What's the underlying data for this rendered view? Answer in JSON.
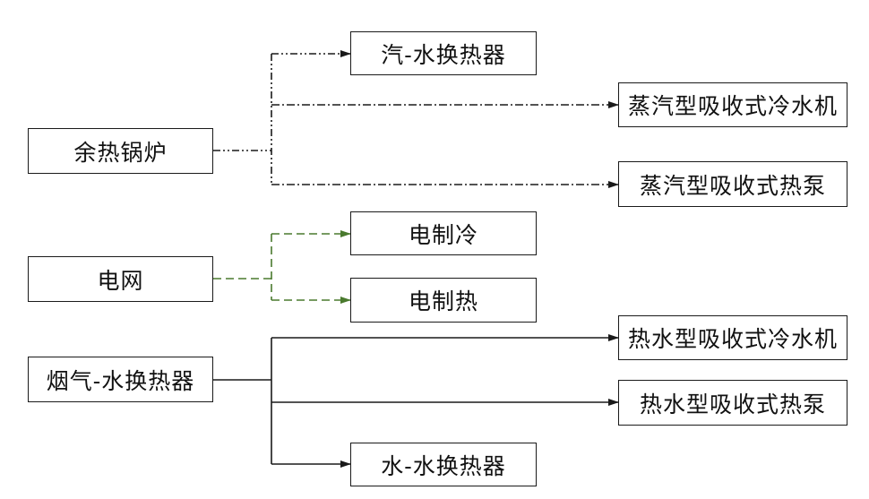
{
  "colors": {
    "line": "#1a1a1a",
    "grid_link": "#4a7a2e"
  },
  "nodes": {
    "yure_guolu": "余热锅炉",
    "dianwang": "电网",
    "yanqi_huanreqi": "烟气-水换热器",
    "qishui_huanreqi": "汽-水换热器",
    "zhengqi_lengshuiji": "蒸汽型吸收式冷水机",
    "zhengqi_rebeng": "蒸汽型吸收式热泵",
    "dian_zhileng": "电制冷",
    "dian_zhire": "电制热",
    "reshui_lengshuiji": "热水型吸收式冷水机",
    "reshui_rebeng": "热水型吸收式热泵",
    "shuishui_huanreqi": "水-水换热器"
  },
  "edges": [
    {
      "from": "yure_guolu",
      "to": "qishui_huanreqi",
      "style": "dash-dot-dot"
    },
    {
      "from": "yure_guolu",
      "to": "zhengqi_lengshuiji",
      "style": "dash-dot"
    },
    {
      "from": "yure_guolu",
      "to": "zhengqi_rebeng",
      "style": "dash-dot"
    },
    {
      "from": "dianwang",
      "to": "dian_zhileng",
      "style": "dashed"
    },
    {
      "from": "dianwang",
      "to": "dian_zhire",
      "style": "dashed"
    },
    {
      "from": "yanqi_huanreqi",
      "to": "reshui_lengshuiji",
      "style": "solid"
    },
    {
      "from": "yanqi_huanreqi",
      "to": "reshui_rebeng",
      "style": "solid"
    },
    {
      "from": "yanqi_huanreqi",
      "to": "shuishui_huanreqi",
      "style": "solid"
    }
  ]
}
